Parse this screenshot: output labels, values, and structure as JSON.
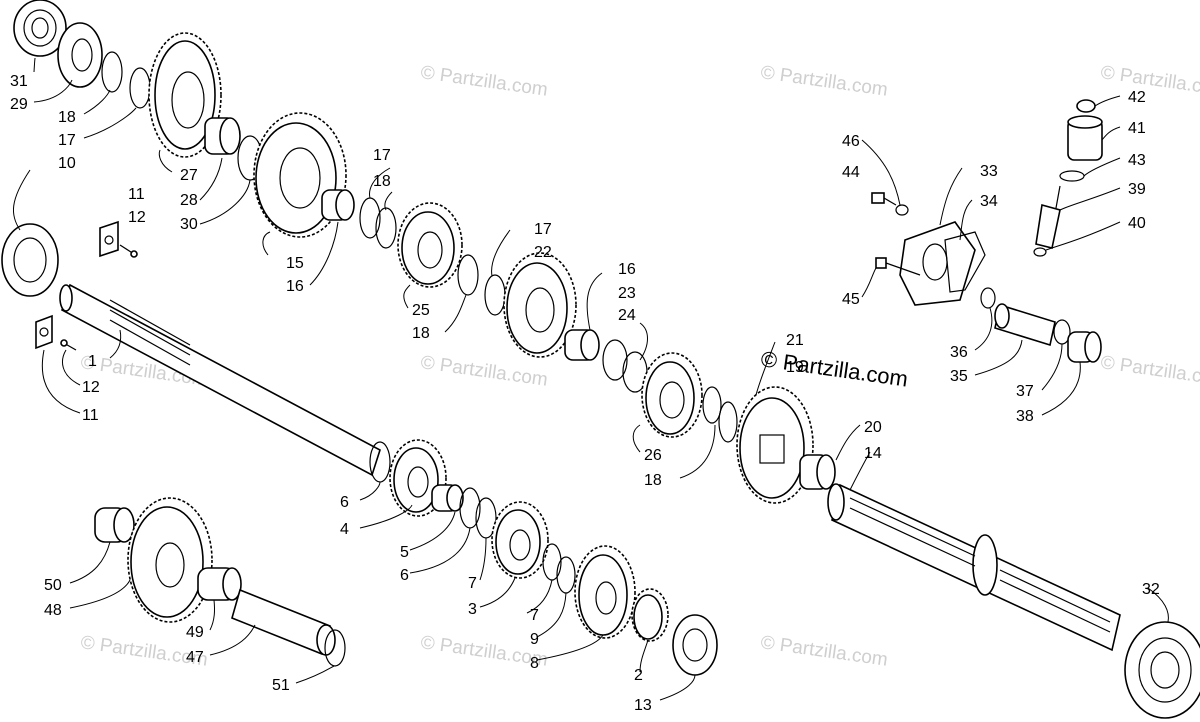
{
  "watermark": {
    "text": "© Partzilla.com",
    "center_text": "© Partzilla.com"
  },
  "callouts": {
    "c31": "31",
    "c29": "29",
    "c18a": "18",
    "c17a": "17",
    "c10": "10",
    "c27": "27",
    "c28": "28",
    "c30": "30",
    "c11a": "11",
    "c12a": "12",
    "c15": "15",
    "c16a": "16",
    "c17b": "17",
    "c18b": "18",
    "c25": "25",
    "c18c": "18",
    "c17c": "17",
    "c22": "22",
    "c16b": "16",
    "c23": "23",
    "c24": "24",
    "c1": "1",
    "c12b": "12",
    "c11b": "11",
    "c26": "26",
    "c18d": "18",
    "c21": "21",
    "c19": "19",
    "c20": "20",
    "c14": "14",
    "c46": "46",
    "c44": "44",
    "c33": "33",
    "c34": "34",
    "c45": "45",
    "c42": "42",
    "c41": "41",
    "c43": "43",
    "c39": "39",
    "c40": "40",
    "c36": "36",
    "c35": "35",
    "c37": "37",
    "c38": "38",
    "c6a": "6",
    "c4": "4",
    "c5": "5",
    "c6b": "6",
    "c7a": "7",
    "c3": "3",
    "c7b": "7",
    "c9": "9",
    "c8": "8",
    "c2": "2",
    "c13": "13",
    "c50": "50",
    "c48": "48",
    "c49": "49",
    "c47": "47",
    "c51": "51",
    "c32": "32"
  }
}
